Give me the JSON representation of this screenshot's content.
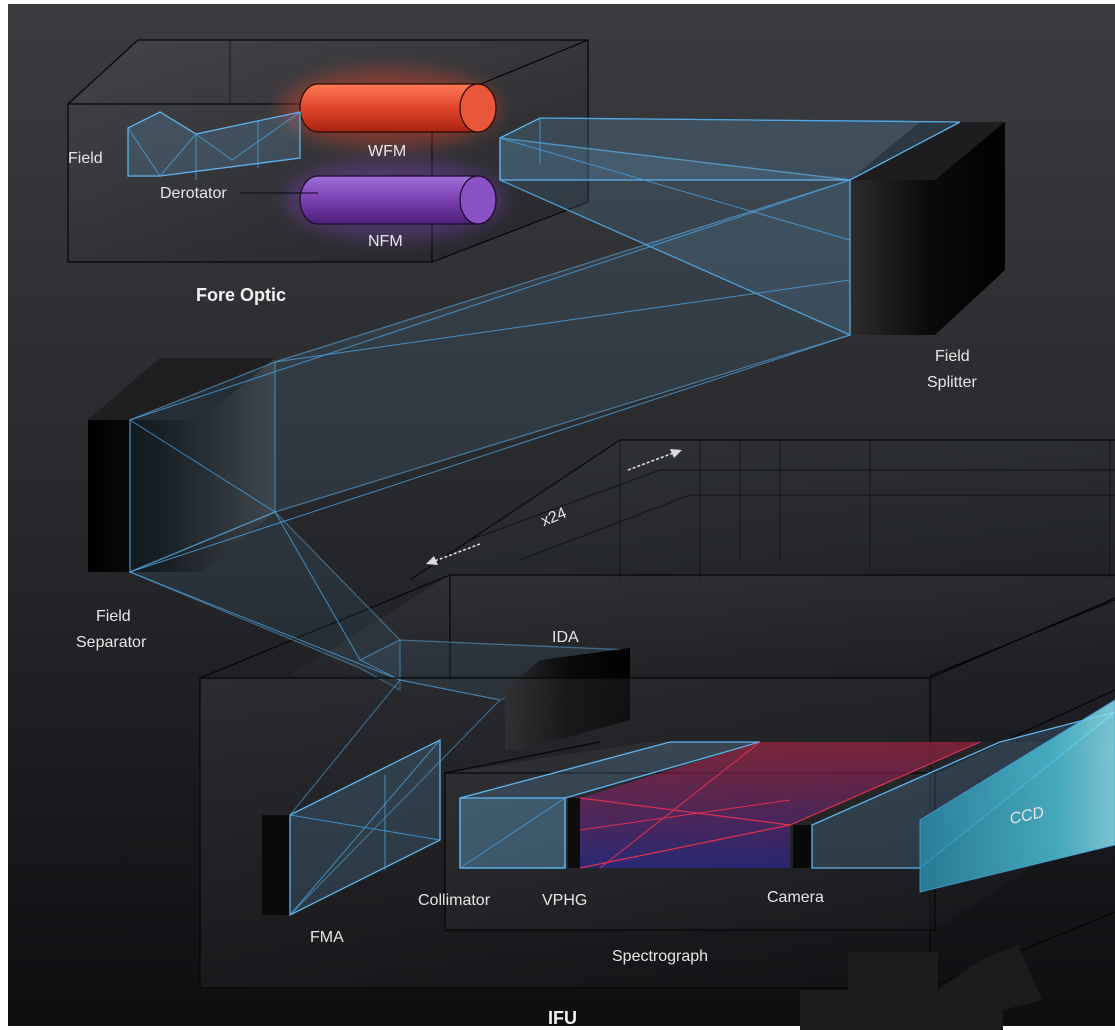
{
  "labels": {
    "field": "Field",
    "derotator": "Derotator",
    "wfm": "WFM",
    "nfm": "NFM",
    "fore_optic": "Fore Optic",
    "field_splitter_1": "Field",
    "field_splitter_2": "Splitter",
    "x24": "x24",
    "field_separator_1": "Field",
    "field_separator_2": "Separator",
    "ida": "IDA",
    "ccd": "CCD",
    "fma": "FMA",
    "collimator": "Collimator",
    "vphg": "VPHG",
    "camera": "Camera",
    "spectrograph": "Spectrograph",
    "ifu": "IFU"
  },
  "colors": {
    "background_top": "#3a3c40",
    "background_bottom": "#0d0e10",
    "beam": "#5fb4ee",
    "wfm_red": "#e0452c",
    "nfm_purple": "#7a3fb0",
    "dispersed_red": "#c02040",
    "dispersed_blue": "#2a2aa0",
    "ccd_cyan": "#3fb0c8",
    "edge": "#050505"
  }
}
